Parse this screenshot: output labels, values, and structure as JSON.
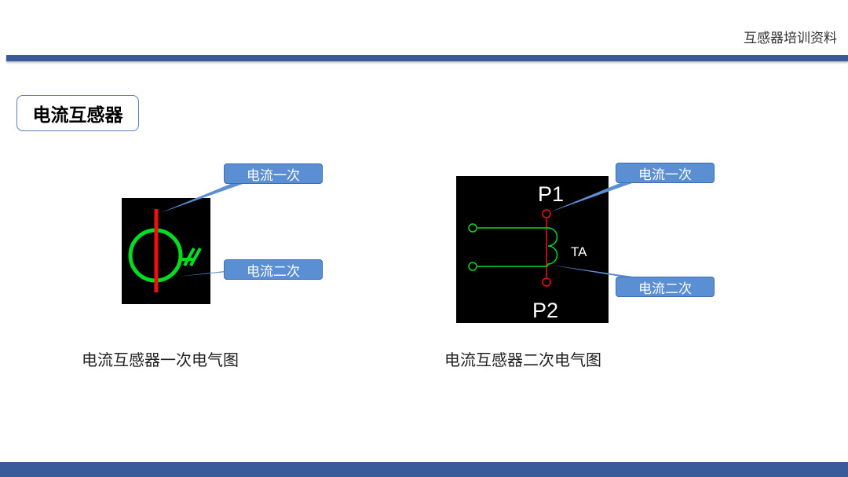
{
  "header": {
    "title": "互感器培训资料"
  },
  "section": {
    "title": "电流互感器"
  },
  "primary_diagram": {
    "callout_primary": "电流一次",
    "callout_secondary": "电流二次",
    "caption": "电流互感器一次电气图",
    "colors": {
      "winding": "#00dd22",
      "conductor": "#ee1111",
      "background": "#000000"
    }
  },
  "secondary_diagram": {
    "label_p1": "P1",
    "label_p2": "P2",
    "label_ta": "TA",
    "callout_primary": "电流一次",
    "callout_secondary": "电流二次",
    "caption": "电流互感器二次电气图",
    "colors": {
      "winding": "#00dd22",
      "terminal": "#ee1111",
      "background": "#000000"
    }
  },
  "theme": {
    "accent": "#3a5a99",
    "callout": "#5b8fd4"
  }
}
